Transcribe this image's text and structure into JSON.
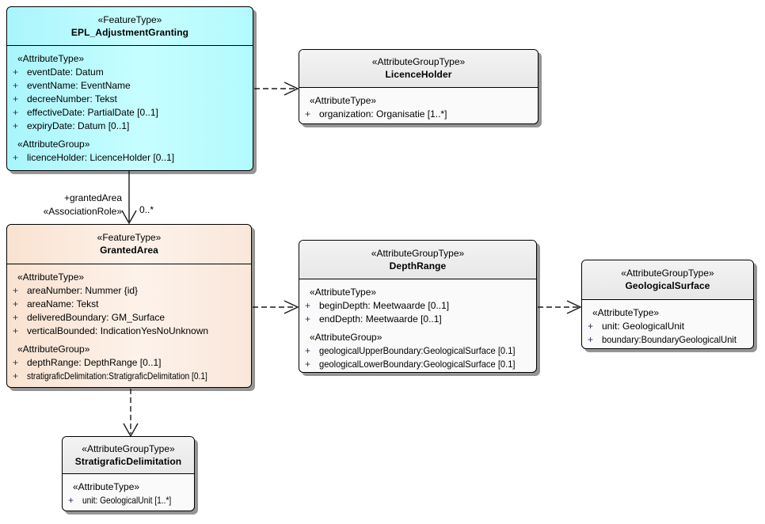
{
  "plus": "+",
  "classes": [
    {
      "name": "EPL_AdjustmentGranting",
      "stereotype": "«FeatureType»",
      "sections": [
        {
          "label": "«AttributeType»",
          "attrs": [
            "eventDate: Datum",
            "eventName: EventName",
            "decreeNumber: Tekst",
            "effectiveDate: PartialDate [0..1]",
            "expiryDate: Datum [0..1]"
          ]
        },
        {
          "label": "«AttributeGroup»",
          "attrs": [
            "licenceHolder: LicenceHolder [0..1]"
          ]
        }
      ]
    },
    {
      "name": "LicenceHolder",
      "stereotype": "«AttributeGroupType»",
      "sections": [
        {
          "label": "«AttributeType»",
          "attrs": [
            "organization: Organisatie [1..*]"
          ]
        }
      ]
    },
    {
      "name": "GrantedArea",
      "stereotype": "«FeatureType»",
      "sections": [
        {
          "label": "«AttributeType»",
          "attrs": [
            "areaNumber: Nummer {id}",
            "areaName: Tekst",
            "deliveredBoundary: GM_Surface",
            "verticalBounded: IndicationYesNoUnknown"
          ]
        },
        {
          "label": "«AttributeGroup»",
          "attrs": [
            "depthRange: DepthRange [0..1]",
            "stratigraficDelimitation:StratigraficDelimitation [0.1]"
          ]
        }
      ]
    },
    {
      "name": "DepthRange",
      "stereotype": "«AttributeGroupType»",
      "sections": [
        {
          "label": "«AttributeType»",
          "attrs": [
            "beginDepth: Meetwaarde [0..1]",
            "endDepth: Meetwaarde [0..1]"
          ]
        },
        {
          "label": "«AttributeGroup»",
          "attrs": [
            "geologicalUpperBoundary:GeologicalSurface [0.1]",
            "geologicalLowerBoundary:GeologicalSurface [0.1]"
          ]
        }
      ]
    },
    {
      "name": "GeologicalSurface",
      "stereotype": "«AttributeGroupType»",
      "sections": [
        {
          "label": "«AttributeType»",
          "attrs": [
            "unit: GeologicalUnit",
            "boundary:BoundaryGeologicalUnit"
          ]
        }
      ]
    },
    {
      "name": "StratigraficDelimitation",
      "stereotype": "«AttributeGroupType»",
      "sections": [
        {
          "label": "«AttributeType»",
          "attrs": [
            "unit: GeologicalUnit [1..*]"
          ]
        }
      ]
    }
  ],
  "association": {
    "role_label": "+grantedArea",
    "stereotype": "«AssociationRole»",
    "multiplicity": "0..*"
  },
  "colors": {
    "feature_fill": "#b2fafe",
    "group_fill": "#fafafa",
    "granted_fill": "#fbe9dc",
    "border": "#000000",
    "shadow": "#828282"
  }
}
